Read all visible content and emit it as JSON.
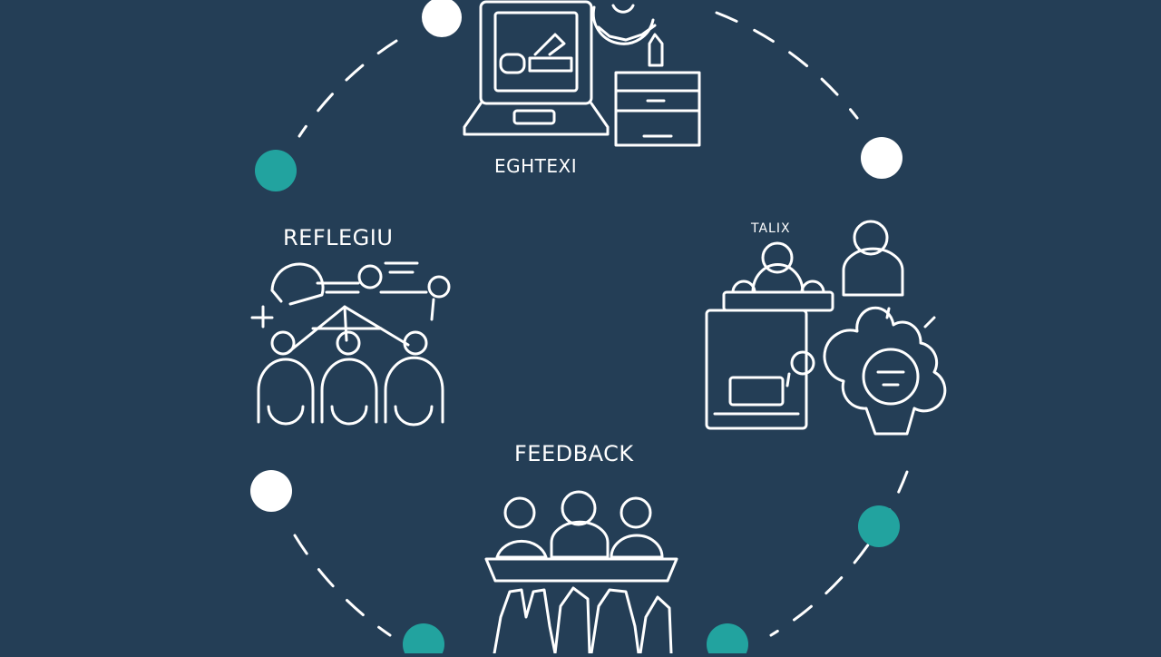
{
  "diagram": {
    "colors": {
      "background": "#243e56",
      "line": "#ffffff",
      "accent_dot": "#22a39f",
      "white_dot": "#ffffff"
    },
    "stages": [
      {
        "id": "top",
        "label": "EGHTEXI",
        "icon": "laptop-tools-icon"
      },
      {
        "id": "right",
        "label": "TALIX",
        "icon": "meeting-discussion-icon"
      },
      {
        "id": "bottom",
        "label": "FEEDBACK",
        "icon": "audience-group-icon"
      },
      {
        "id": "left",
        "label": "REFLEGIU",
        "icon": "team-network-icon"
      }
    ]
  }
}
